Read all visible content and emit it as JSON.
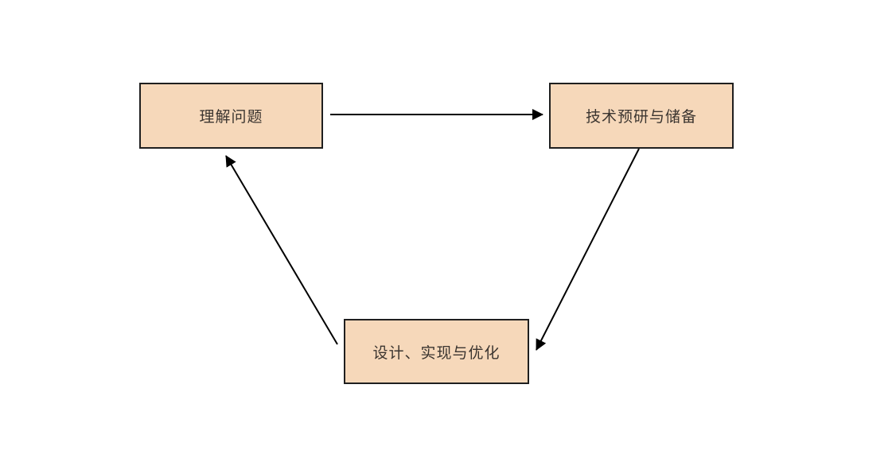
{
  "diagram": {
    "nodes": [
      {
        "id": "understand-problem",
        "label": "理解问题"
      },
      {
        "id": "tech-research-reserve",
        "label": "技术预研与储备"
      },
      {
        "id": "design-implement-optimize",
        "label": "设计、实现与优化"
      }
    ],
    "edges": [
      {
        "from": "理解问题",
        "to": "技术预研与储备",
        "direction": "right"
      },
      {
        "from": "技术预研与储备",
        "to": "设计、实现与优化",
        "direction": "down-left"
      },
      {
        "from": "设计、实现与优化",
        "to": "理解问题",
        "direction": "up-left"
      }
    ],
    "colors": {
      "node_fill": "#f6d8ba",
      "node_border": "#1f1f1f",
      "node_text": "#3b3530",
      "arrow": "#000000",
      "background": "#ffffff"
    }
  }
}
